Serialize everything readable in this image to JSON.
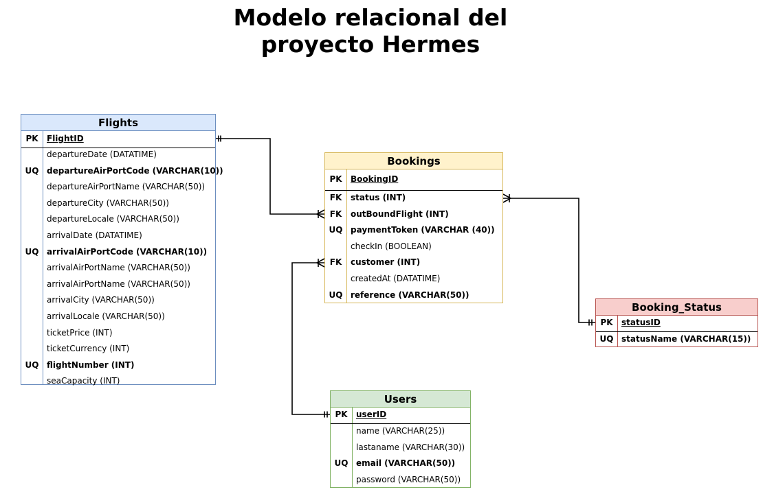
{
  "title": {
    "line1": "Modelo relacional del",
    "line2": "proyecto Hermes"
  },
  "tables": {
    "flights": {
      "name": "Flights",
      "header_color": "#dae8fc",
      "border_color": "#6c8ebf",
      "pk": {
        "key": "PK",
        "name": "FlightID"
      },
      "rows": [
        {
          "key": "",
          "text": "departureDate (DATATIME)",
          "bold": false
        },
        {
          "key": "UQ",
          "text": "departureAirPortCode (VARCHAR(10))",
          "bold": true
        },
        {
          "key": "",
          "text": "departureAirPortName (VARCHAR(50))",
          "bold": false
        },
        {
          "key": "",
          "text": "departureCity (VARCHAR(50))",
          "bold": false
        },
        {
          "key": "",
          "text": "departureLocale (VARCHAR(50))",
          "bold": false
        },
        {
          "key": "",
          "text": "arrivalDate (DATATIME)",
          "bold": false
        },
        {
          "key": "UQ",
          "text": "arrivalAirPortCode (VARCHAR(10))",
          "bold": true
        },
        {
          "key": "",
          "text": "arrivalAirPortName (VARCHAR(50))",
          "bold": false
        },
        {
          "key": "",
          "text": "arrivalAirPortName (VARCHAR(50))",
          "bold": false
        },
        {
          "key": "",
          "text": "arrivalCity (VARCHAR(50))",
          "bold": false
        },
        {
          "key": "",
          "text": "arrivalLocale (VARCHAR(50))",
          "bold": false
        },
        {
          "key": "",
          "text": "ticketPrice (INT)",
          "bold": false
        },
        {
          "key": "",
          "text": "ticketCurrency (INT)",
          "bold": false
        },
        {
          "key": "UQ",
          "text": "flightNumber (INT)",
          "bold": true
        },
        {
          "key": "",
          "text": "seaCapacity (INT)",
          "bold": false
        }
      ]
    },
    "bookings": {
      "name": "Bookings",
      "header_color": "#fff2cc",
      "border_color": "#d6b656",
      "pk": {
        "key": "PK",
        "name": "BookingID"
      },
      "rows": [
        {
          "key": "FK",
          "text": "status (INT)",
          "bold": true
        },
        {
          "key": "FK",
          "text": "outBoundFlight (INT)",
          "bold": true
        },
        {
          "key": "UQ",
          "text": "paymentToken (VARCHAR (40))",
          "bold": true
        },
        {
          "key": "",
          "text": "checkIn (BOOLEAN)",
          "bold": false
        },
        {
          "key": "FK",
          "text": "customer (INT)",
          "bold": true
        },
        {
          "key": "",
          "text": "createdAt (DATATIME)",
          "bold": false
        },
        {
          "key": "UQ",
          "text": "reference (VARCHAR(50))",
          "bold": true
        }
      ]
    },
    "booking_status": {
      "name": "Booking_Status",
      "header_color": "#f8cecc",
      "border_color": "#b85450",
      "pk": {
        "key": "PK",
        "name": "statusID"
      },
      "rows": [
        {
          "key": "UQ",
          "text": "statusName (VARCHAR(15))",
          "bold": true
        }
      ]
    },
    "users": {
      "name": "Users",
      "header_color": "#d5e8d4",
      "border_color": "#82b366",
      "pk": {
        "key": "PK",
        "name": "userID"
      },
      "rows": [
        {
          "key": "",
          "text": "name (VARCHAR(25))",
          "bold": false
        },
        {
          "key": "",
          "text": "lastaname (VARCHAR(30))",
          "bold": false
        },
        {
          "key": "UQ",
          "text": "email (VARCHAR(50))",
          "bold": true
        },
        {
          "key": "",
          "text": "password (VARCHAR(50))",
          "bold": false
        }
      ]
    }
  }
}
